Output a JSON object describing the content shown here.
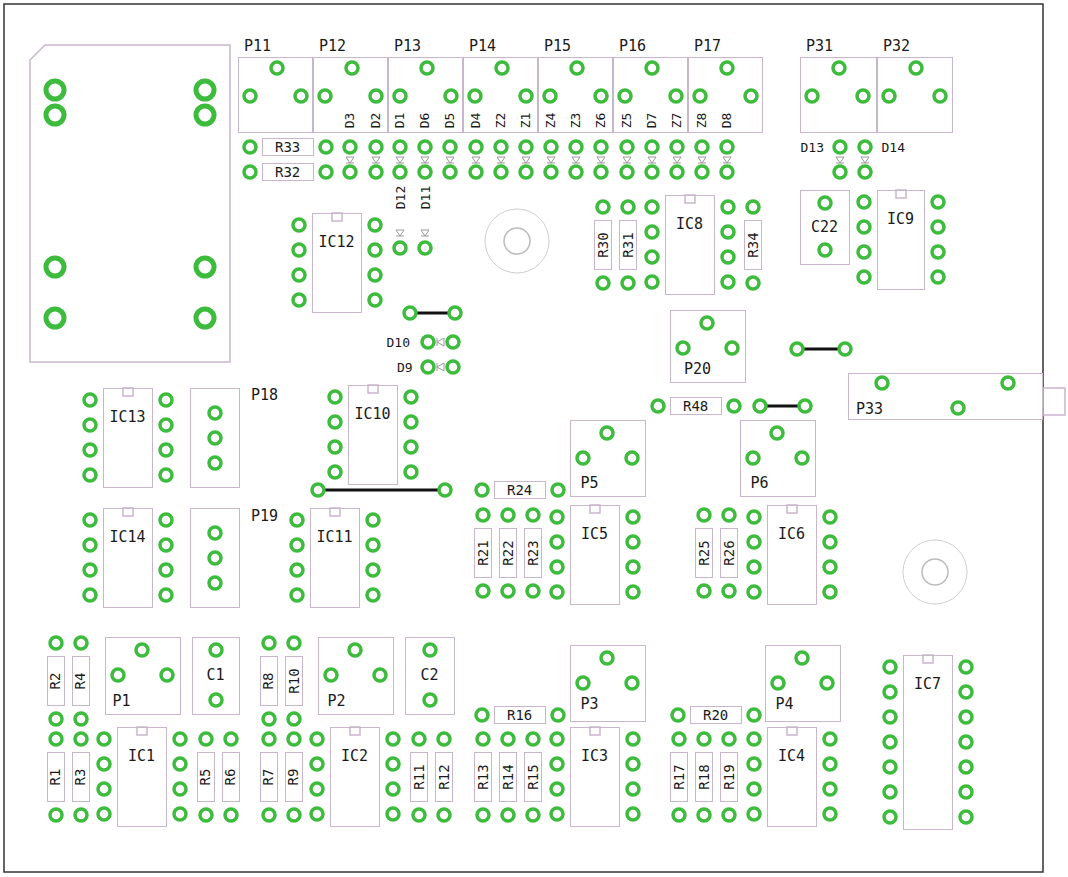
{
  "diagram": {
    "nodes": [
      {
        "text": [
          "P11"
        ]
      },
      {
        "text": [
          "P12"
        ]
      },
      {
        "text": [
          "P13"
        ]
      },
      {
        "text": [
          "P14"
        ]
      },
      {
        "text": [
          "P15"
        ]
      },
      {
        "text": [
          "P16"
        ]
      },
      {
        "text": [
          "P17"
        ]
      },
      {
        "text": [
          "P31"
        ]
      },
      {
        "text": [
          "P32"
        ]
      },
      {
        "text": [
          "R33"
        ]
      },
      {
        "text": [
          "R32"
        ]
      },
      {
        "text": [
          "IC12"
        ]
      },
      {
        "text": [
          "R30"
        ]
      },
      {
        "text": [
          "R31"
        ]
      },
      {
        "text": [
          "IC8"
        ]
      },
      {
        "text": [
          "R34"
        ]
      },
      {
        "text": [
          "C22"
        ]
      },
      {
        "text": [
          "IC9"
        ]
      },
      {
        "text": [
          "P20"
        ]
      },
      {
        "text": [
          "R48"
        ]
      },
      {
        "text": [
          "P33"
        ]
      },
      {
        "text": [
          "IC13"
        ]
      },
      {
        "text": [
          "P18"
        ]
      },
      {
        "text": [
          "IC10"
        ]
      },
      {
        "text": [
          "R24"
        ]
      },
      {
        "text": [
          "P5"
        ]
      },
      {
        "text": [
          "P6"
        ]
      },
      {
        "text": [
          "IC14"
        ]
      },
      {
        "text": [
          "P19"
        ]
      },
      {
        "text": [
          "IC11"
        ]
      },
      {
        "text": [
          "R21"
        ]
      },
      {
        "text": [
          "R22"
        ]
      },
      {
        "text": [
          "R23"
        ]
      },
      {
        "text": [
          "IC5"
        ]
      },
      {
        "text": [
          "R25"
        ]
      },
      {
        "text": [
          "R26"
        ]
      },
      {
        "text": [
          "IC6"
        ]
      },
      {
        "text": [
          "R2"
        ]
      },
      {
        "text": [
          "R4"
        ]
      },
      {
        "text": [
          "P1"
        ]
      },
      {
        "text": [
          "C1"
        ]
      },
      {
        "text": [
          "R8"
        ]
      },
      {
        "text": [
          "R10"
        ]
      },
      {
        "text": [
          "P2"
        ]
      },
      {
        "text": [
          "C2"
        ]
      },
      {
        "text": [
          "R16"
        ]
      },
      {
        "text": [
          "P3"
        ]
      },
      {
        "text": [
          "R20"
        ]
      },
      {
        "text": [
          "P4"
        ]
      },
      {
        "text": [
          "IC7"
        ]
      },
      {
        "text": [
          "R1"
        ]
      },
      {
        "text": [
          "R3"
        ]
      },
      {
        "text": [
          "IC1"
        ]
      },
      {
        "text": [
          "R5"
        ]
      },
      {
        "text": [
          "R6"
        ]
      },
      {
        "text": [
          "R7"
        ]
      },
      {
        "text": [
          "R9"
        ]
      },
      {
        "text": [
          "IC2"
        ]
      },
      {
        "text": [
          "R11"
        ]
      },
      {
        "text": [
          "R12"
        ]
      },
      {
        "text": [
          "R13"
        ]
      },
      {
        "text": [
          "R14"
        ]
      },
      {
        "text": [
          "R15"
        ]
      },
      {
        "text": [
          "IC3"
        ]
      },
      {
        "text": [
          "R17"
        ]
      },
      {
        "text": [
          "R18"
        ]
      },
      {
        "text": [
          "R19"
        ]
      },
      {
        "text": [
          "IC4"
        ]
      }
    ],
    "labels": [
      "D3",
      "D2",
      "D1",
      "D6",
      "D5",
      "D4",
      "Z2",
      "Z1",
      "Z4",
      "Z3",
      "Z6",
      "Z5",
      "D7",
      "Z7",
      "Z8",
      "D8",
      "D13",
      "D14",
      "D12",
      "D11",
      "D10",
      "D9"
    ]
  }
}
